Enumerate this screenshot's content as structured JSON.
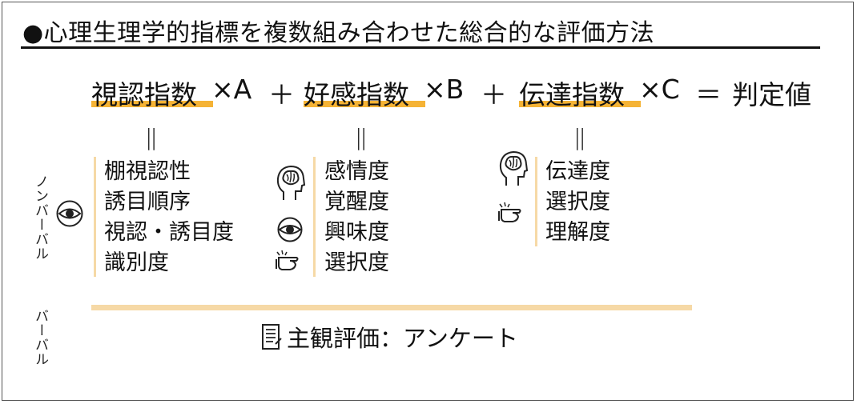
{
  "title": "●心理生理学的指標を複数組み合わせた総合的な評価方法",
  "formula": {
    "term1": "視認指数",
    "mult1": "×A",
    "plus1": "＋",
    "term2": "好感指数",
    "mult2": "×B",
    "plus2": "＋",
    "term3": "伝達指数",
    "mult3": "×C",
    "equals": "＝",
    "result": "判定値"
  },
  "eq_mark": "||",
  "labels": {
    "nonverbal": "ノンバーバル",
    "verbal": "バーバル"
  },
  "col1": {
    "items": [
      "棚視認性",
      "誘目順序",
      "視認・誘目度",
      "識別度"
    ]
  },
  "col2": {
    "items": [
      "感情度",
      "覚醒度",
      "興味度",
      "選択度"
    ]
  },
  "col3": {
    "items": [
      "伝達度",
      "選択度",
      "理解度"
    ]
  },
  "survey": "主観評価：アンケート",
  "icons": [
    "eye-icon",
    "brain-head-icon",
    "eye-icon",
    "pointing-hand-icon",
    "brain-head-icon",
    "pointing-hand-icon",
    "document-icon"
  ],
  "colors": {
    "highlight": "#f5b335",
    "bracket": "#f6d9a6"
  }
}
